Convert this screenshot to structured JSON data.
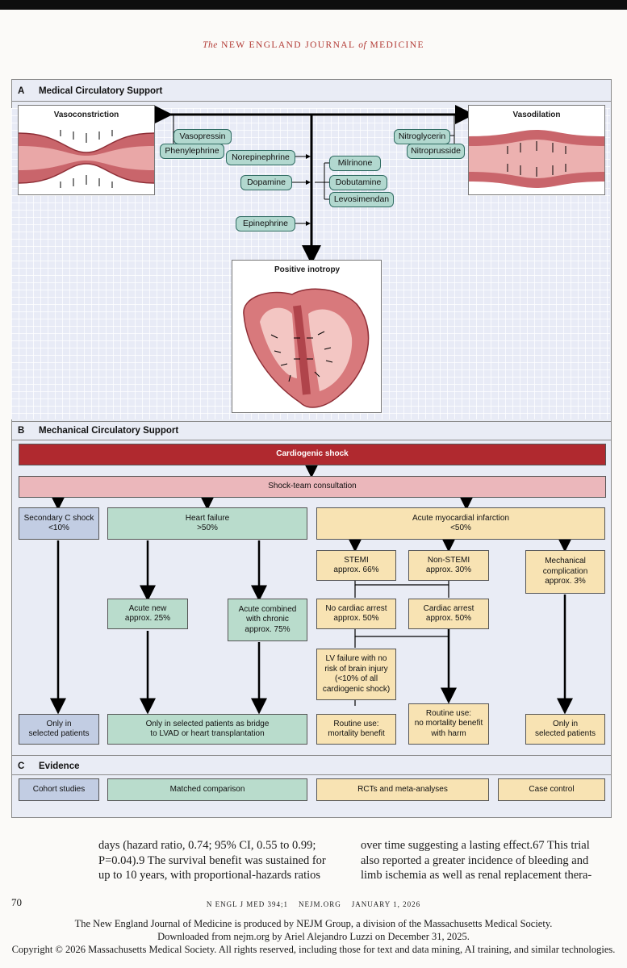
{
  "header": {
    "journal_the": "The",
    "journal_main": "NEW ENGLAND JOURNAL",
    "journal_of": "of",
    "journal_end": "MEDICINE"
  },
  "sectionA": {
    "letter": "A",
    "title": "Medical Circulatory Support",
    "vasoconstriction": "Vasoconstriction",
    "vasodilation": "Vasodilation",
    "positive_inotropy": "Positive inotropy",
    "drugs": {
      "vasopressin": "Vasopressin",
      "phenylephrine": "Phenylephrine",
      "norepinephrine": "Norepinephrine",
      "dopamine": "Dopamine",
      "epinephrine": "Epinephrine",
      "milrinone": "Milrinone",
      "dobutamine": "Dobutamine",
      "levosimendan": "Levosimendan",
      "nitroglycerin": "Nitroglycerin",
      "nitroprusside": "Nitroprusside"
    }
  },
  "sectionB": {
    "letter": "B",
    "title": "Mechanical Circulatory Support",
    "cardiogenic_shock": "Cardiogenic shock",
    "consultation": "Shock-team consultation",
    "secondary": "Secondary C shock\n<10%",
    "heart_failure": "Heart failure\n>50%",
    "ami": "Acute myocardial infarction\n<50%",
    "stemi": "STEMI\napprox. 66%",
    "nonstemi": "Non-STEMI\napprox. 30%",
    "mechanical": "Mechanical\ncomplication\napprox. 3%",
    "acute_new": "Acute new\napprox. 25%",
    "acute_combined": "Acute combined\nwith chronic\napprox. 75%",
    "no_arrest": "No cardiac arrest\napprox. 50%",
    "arrest": "Cardiac arrest\napprox. 50%",
    "lv_failure": "LV failure with no\nrisk of brain injury\n(<10% of all\ncardiogenic shock)",
    "only_selected_1": "Only in\nselected patients",
    "bridge": "Only in selected patients as bridge\nto LVAD or heart transplantation",
    "routine_benefit": "Routine use:\nmortality benefit",
    "routine_harm": "Routine use:\nno mortality benefit\nwith harm",
    "only_selected_2": "Only in\nselected patients"
  },
  "sectionC": {
    "letter": "C",
    "title": "Evidence",
    "cohort": "Cohort studies",
    "matched": "Matched comparison",
    "rct": "RCTs and meta-analyses",
    "case_control": "Case control"
  },
  "body": {
    "col1": [
      "days (hazard ratio, 0.74; 95% CI, 0.55 to 0.99;",
      "P=0.04).9 The survival benefit was sustained for",
      "up to 10 years, with proportional-hazards ratios"
    ],
    "col2": [
      "over time suggesting a lasting effect.67 This trial",
      "also reported a greater incidence of bleeding and",
      "limb ischemia as well as renal replacement thera-"
    ]
  },
  "page_footer": {
    "page_number": "70",
    "citation": "N ENGL J MED 394;1    NEJM.ORG    JANUARY 1, 2026",
    "line1": "The New England Journal of Medicine is produced by NEJM Group, a division of the Massachusetts Medical Society.",
    "line2": "Downloaded from nejm.org by Ariel Alejandro Luzzi on December 31, 2025.",
    "line3": "Copyright © 2026 Massachusetts Medical Society. All rights reserved, including those for text and data mining, AI training, and similar technologies."
  }
}
